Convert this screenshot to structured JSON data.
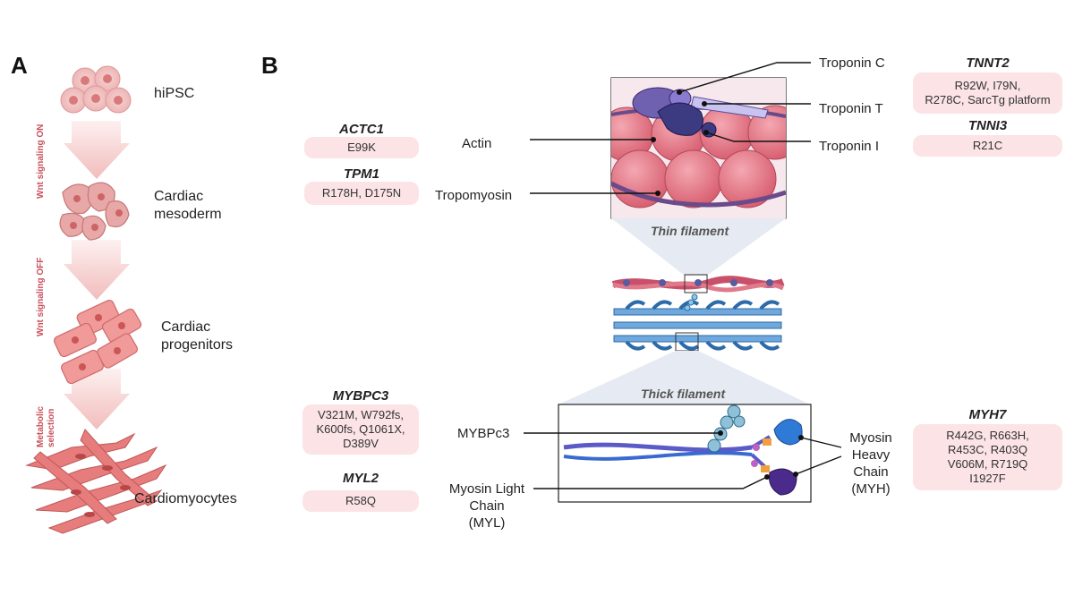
{
  "panel_a": {
    "letter": "A",
    "stages": [
      "hiPSC",
      "Cardiac\nmesoderm",
      "Cardiac\nprogenitors",
      "Cardiomyocytes"
    ],
    "signals": [
      "Wnt signaling ON",
      "Wnt signaling OFF",
      "Metabolic\nselection"
    ]
  },
  "panel_b": {
    "letter": "B",
    "thin_filament_title": "Thin filament",
    "thick_filament_title": "Thick filament",
    "labels": {
      "troponin_c": "Troponin C",
      "troponin_t": "Troponin T",
      "troponin_i": "Troponin I",
      "actin": "Actin",
      "tropomyosin": "Tropomyosin",
      "mybpc3": "MYBPc3",
      "myl": "Myosin Light\nChain\n(MYL)",
      "myh": "Myosin\nHeavy\nChain\n(MYH)"
    },
    "genes": {
      "actc1": {
        "name": "ACTC1",
        "variants": "E99K"
      },
      "tpm1": {
        "name": "TPM1",
        "variants": "R178H, D175N"
      },
      "tnnt2": {
        "name": "TNNT2",
        "variants": "R92W, I79N,\nR278C, SarcTg platform"
      },
      "tnni3": {
        "name": "TNNI3",
        "variants": "R21C"
      },
      "mybpc3": {
        "name": "MYBPC3",
        "variants": "V321M, W792fs,\nK600fs, Q1061X,\nD389V"
      },
      "myl2": {
        "name": "MYL2",
        "variants": "R58Q"
      },
      "myh7": {
        "name": "MYH7",
        "variants": "R442G, R663H,\nR453C, R403Q\nV606M, R719Q\nI1927F"
      }
    }
  },
  "colors": {
    "pill": "#fbe3e6",
    "arrow": "#f3c4c4",
    "cell": "#e8a0a0",
    "actin": "#e0707f",
    "myosin": "#5b8fd0",
    "troponin": "#5a4a9a"
  }
}
